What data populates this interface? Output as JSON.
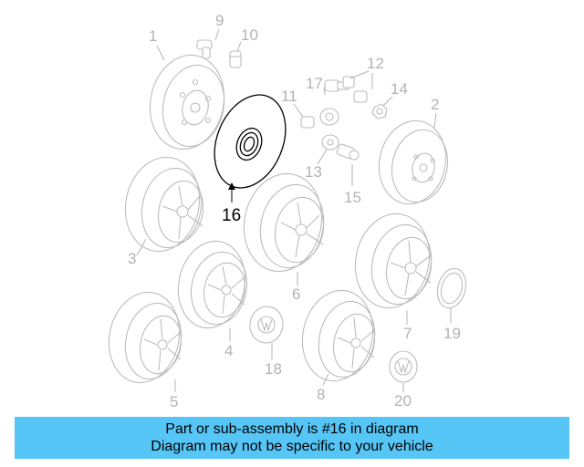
{
  "diagram": {
    "callouts": {
      "c1": "1",
      "c2": "2",
      "c3": "3",
      "c4": "4",
      "c5": "5",
      "c6": "6",
      "c7": "7",
      "c8": "8",
      "c9": "9",
      "c10": "10",
      "c11": "11",
      "c12": "12",
      "c13": "13",
      "c14": "14",
      "c15": "15",
      "c16": "16",
      "c17": "17",
      "c18": "18",
      "c19": "19",
      "c20": "20"
    },
    "highlighted_part": "16",
    "highlight_color": "#000000",
    "muted_color": "#b3b3b3"
  },
  "banner": {
    "line1": "Part or sub-assembly is #16 in diagram",
    "line2": "Diagram may not be specific to your vehicle",
    "color": "#56c6f6"
  }
}
